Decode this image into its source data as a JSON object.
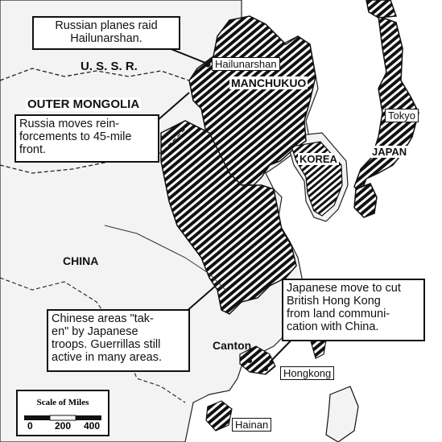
{
  "labels": {
    "ussr": "U. S. S. R.",
    "outer_mongolia": "OUTER MONGOLIA",
    "hailunarshan": "Hailunarshan",
    "manchukuo": "MANCHUKUO",
    "korea": "KOREA",
    "japan": "JAPAN",
    "tokyo": "Tokyo",
    "china": "CHINA",
    "canton": "Canton",
    "hongkong": "Hongkong",
    "hainan": "Hainan"
  },
  "callouts": {
    "raid": [
      "Russian planes raid",
      "Hailunarshan."
    ],
    "reinforcements": [
      "Russia moves rein-",
      "forcements to 45-mile",
      "front."
    ],
    "chinese_areas": [
      "Chinese areas \"tak-",
      "en\" by Japanese",
      "troops. Guerrillas still",
      "active in many areas."
    ],
    "hong_kong": [
      "Japanese move to cut",
      "British Hong Kong",
      "from land communi-",
      "cation with China."
    ]
  },
  "scale": {
    "title": "Scale of Miles",
    "ticks": [
      "0",
      "200",
      "400"
    ]
  },
  "colors": {
    "ink": "#111111",
    "land": "#f2f2f2",
    "sea": "#ffffff"
  }
}
